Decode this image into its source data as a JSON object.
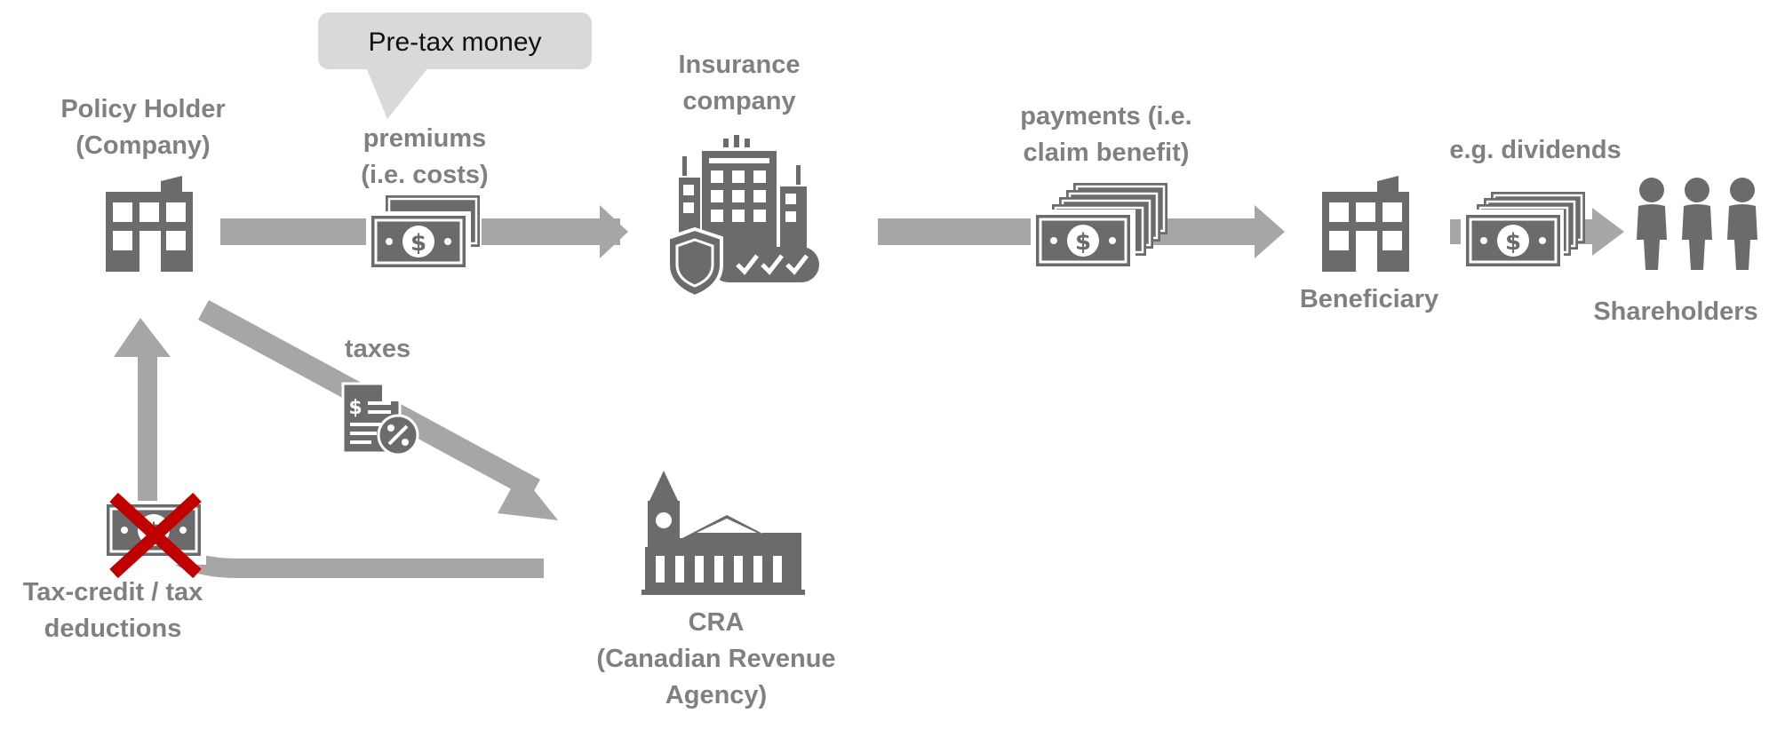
{
  "colors": {
    "arrow": "#a6a6a6",
    "icon": "#6b6b6b",
    "label": "#808080",
    "bubble": "#d9d9d9",
    "cross": "#c00000"
  },
  "bubble": {
    "text": "Pre-tax money"
  },
  "nodes": {
    "policy_holder": {
      "line1": "Policy Holder",
      "line2": "(Company)",
      "icon": "building-icon"
    },
    "insurance_company": {
      "line1": "Insurance",
      "line2": "company",
      "icon": "insurance-building-shield-icon"
    },
    "beneficiary": {
      "line1": "Beneficiary",
      "icon": "building-icon"
    },
    "shareholders": {
      "line1": "Shareholders",
      "icon": "people-icon"
    },
    "cra": {
      "line1": "CRA",
      "line2": "(Canadian Revenue",
      "line3": "Agency)",
      "icon": "government-building-icon"
    },
    "tax_credit": {
      "line1": "Tax-credit / tax",
      "line2": "deductions",
      "icon": "cash-crossed-icon"
    }
  },
  "flows": {
    "premiums": {
      "line1": "premiums",
      "line2": "(i.e. costs)",
      "icon": "cash-stack-icon"
    },
    "payments": {
      "line1": "payments (i.e.",
      "line2": "claim benefit)",
      "icon": "cash-stack-icon"
    },
    "dividends": {
      "line1": "e.g. dividends",
      "icon": "cash-stack-icon"
    },
    "taxes": {
      "line1": "taxes",
      "icon": "tax-document-icon"
    }
  }
}
